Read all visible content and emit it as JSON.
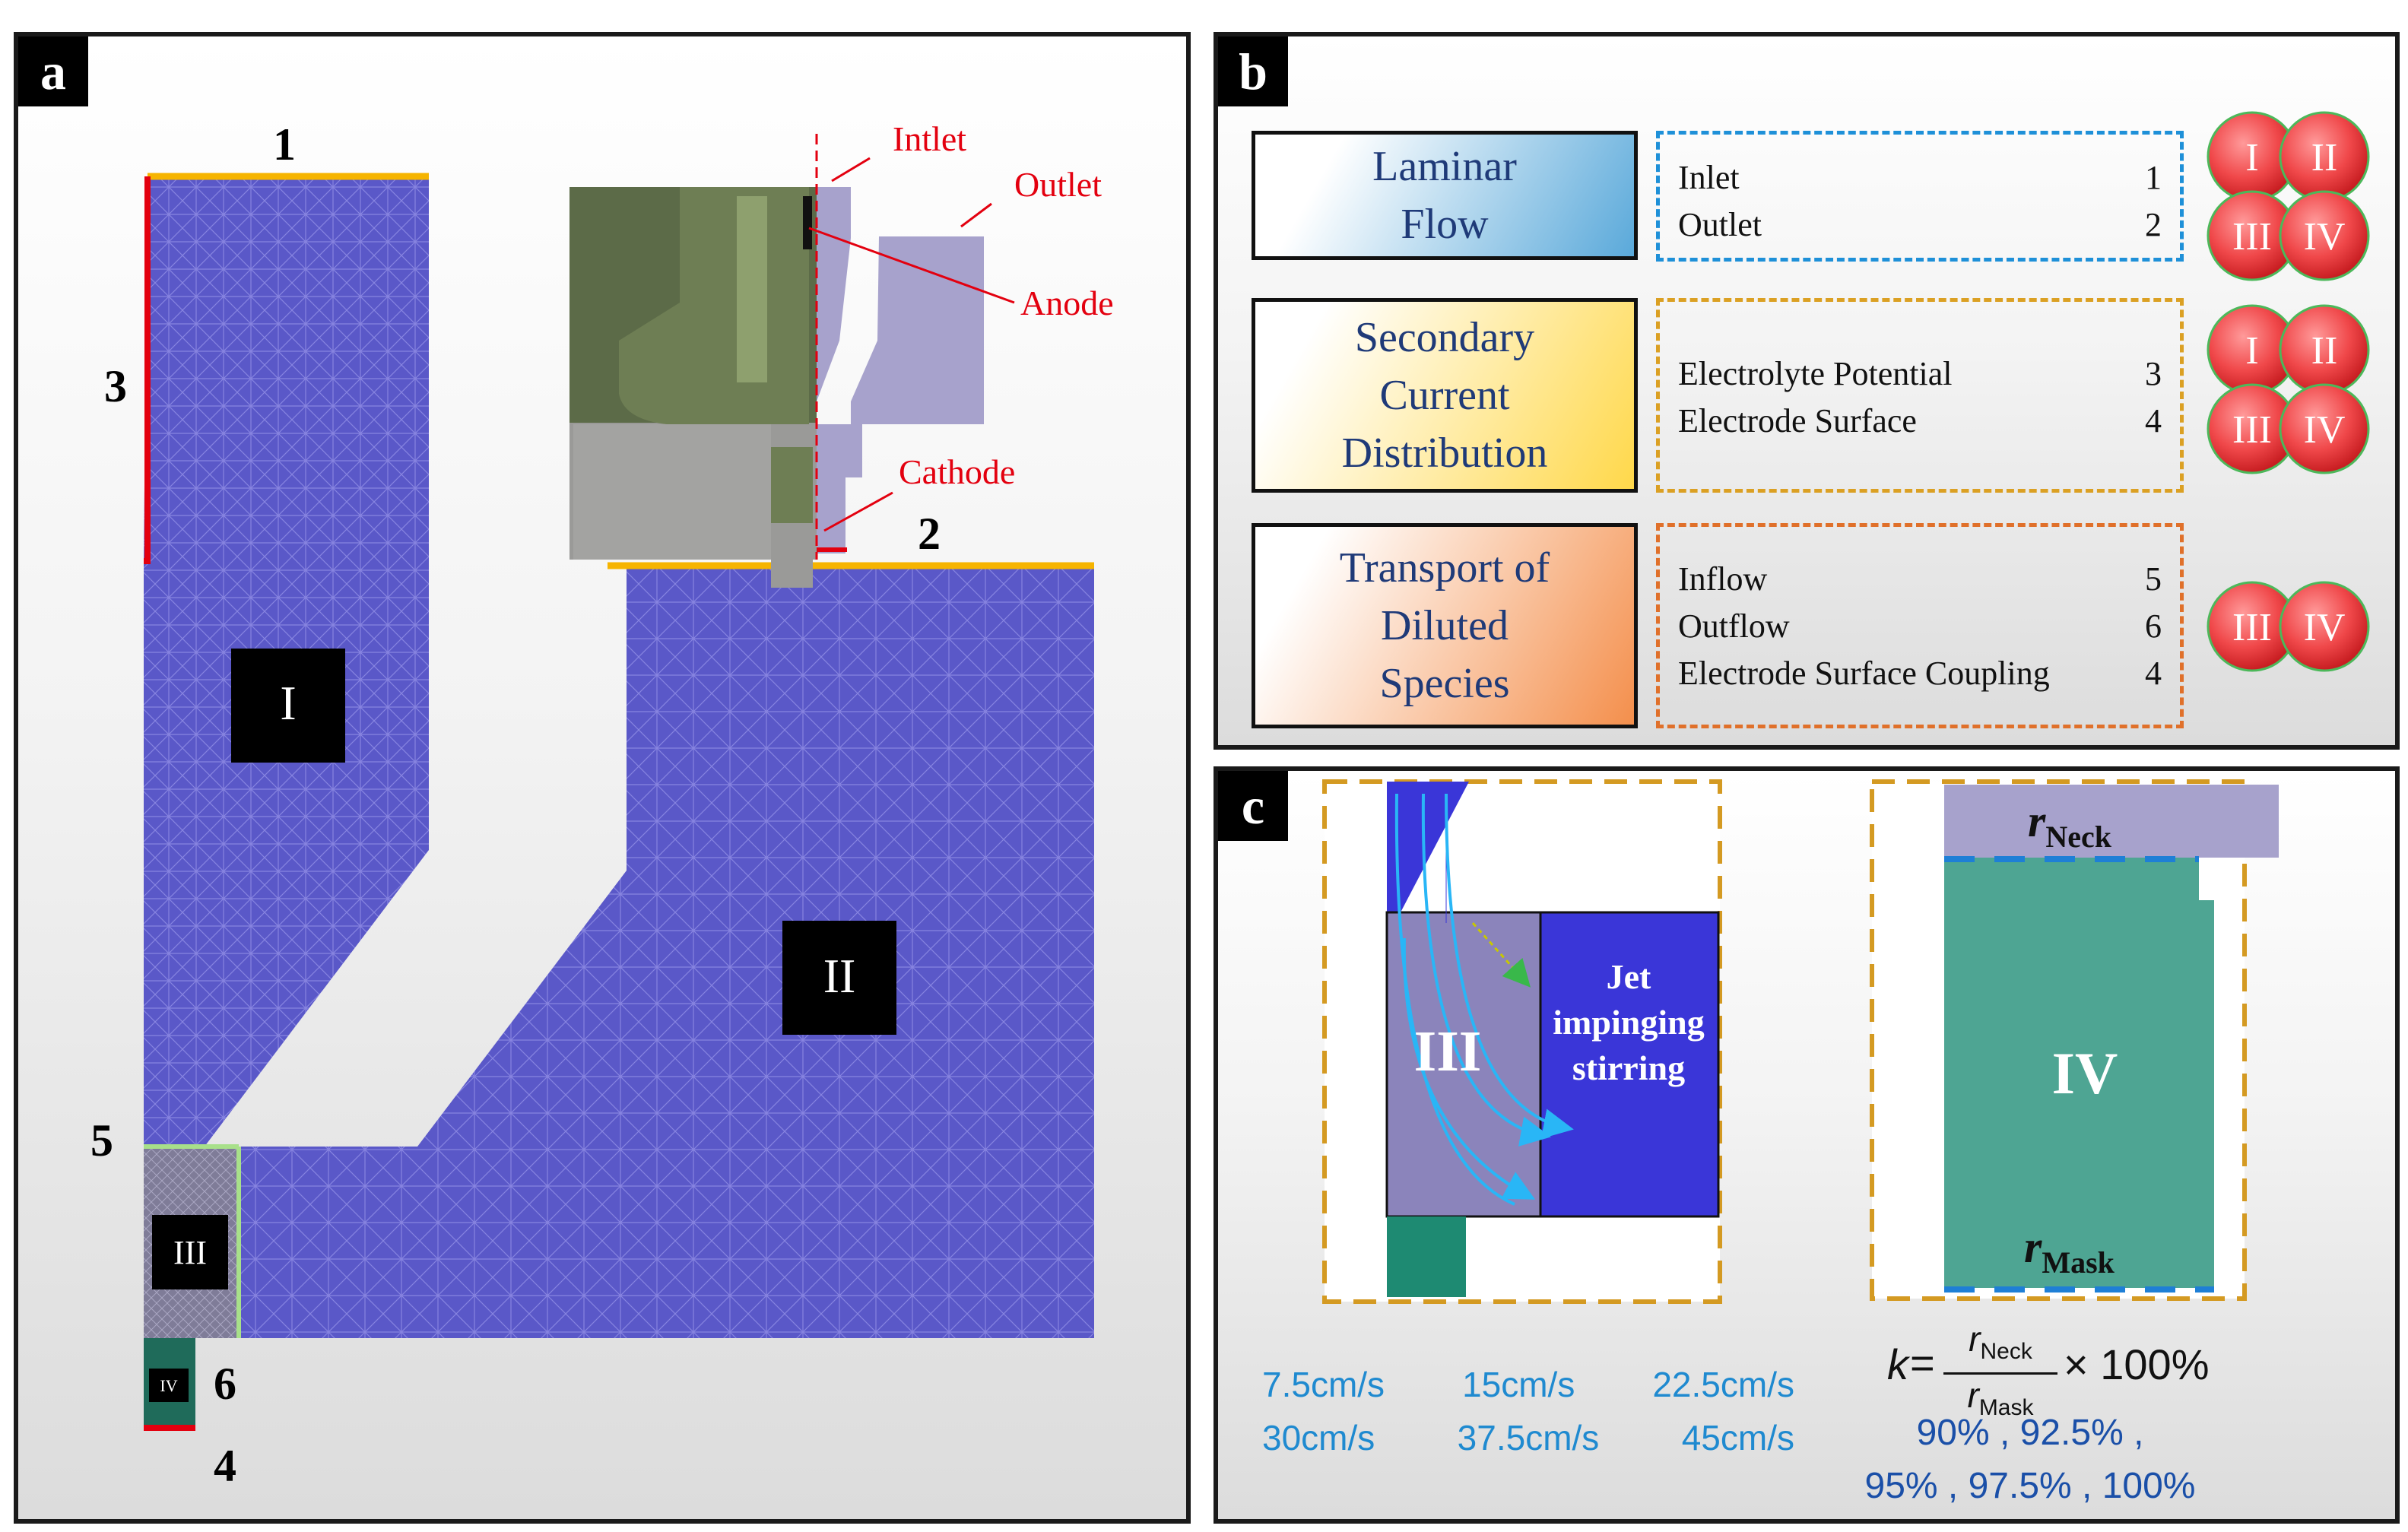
{
  "panels": {
    "a": {
      "label": "a",
      "regions": {
        "r1": "I",
        "r2": "II",
        "r3": "III",
        "r4": "IV"
      },
      "boundaries": {
        "b1": "1",
        "b2": "2",
        "b3": "3",
        "b4": "4",
        "b5": "5",
        "b6": "6"
      },
      "inset": {
        "intlet": "Intlet",
        "outlet": "Outlet",
        "anode": "Anode",
        "cathode": "Cathode"
      }
    },
    "b": {
      "label": "b",
      "physics": [
        {
          "name": "Laminar\nFlow",
          "items": [
            {
              "name": "Inlet",
              "num": "1"
            },
            {
              "name": "Outlet",
              "num": "2"
            }
          ],
          "domains": [
            "I",
            "II",
            "III",
            "IV"
          ]
        },
        {
          "name": "Secondary\nCurrent\nDistribution",
          "items": [
            {
              "name": "Electrolyte Potential",
              "num": "3"
            },
            {
              "name": "Electrode Surface",
              "num": "4"
            }
          ],
          "domains": [
            "I",
            "II",
            "III",
            "IV"
          ]
        },
        {
          "name": "Transport of\nDiluted\nSpecies",
          "items": [
            {
              "name": "Inflow",
              "num": "5"
            },
            {
              "name": "Outflow",
              "num": "6"
            },
            {
              "name": "Electrode Surface Coupling",
              "num": "4"
            }
          ],
          "domains": [
            "III",
            "IV"
          ]
        }
      ]
    },
    "c": {
      "label": "c",
      "left": {
        "region": "III",
        "jet_line1": "Jet",
        "jet_line2": "impinging",
        "jet_line3": "stirring"
      },
      "right": {
        "region": "IV",
        "r_neck_base": "r",
        "r_neck_sub": "Neck",
        "r_mask_base": "r",
        "r_mask_sub": "Mask"
      },
      "speeds": [
        [
          "7.5cm/s",
          "15cm/s",
          "22.5cm/s"
        ],
        [
          "30cm/s",
          "37.5cm/s",
          "45cm/s"
        ]
      ],
      "formula": {
        "k": "k",
        "eq": "=",
        "num": "r",
        "num_sub": "Neck",
        "den": "r",
        "den_sub": "Mask",
        "tail": "× 100%"
      },
      "percentages": [
        "90% , 92.5% ,",
        "95% , 97.5% , 100%"
      ]
    }
  },
  "colors": {
    "mesh": "#5a58c8",
    "boundary_orange": "#f6b400",
    "boundary_red": "#e3000f",
    "boundary_green": "#a8e08a",
    "region_iv": "#1f6b5a",
    "arrow_red": "#e3000f",
    "jet_region": "#3a36d8",
    "teal": "#4ea593",
    "lavender": "#a7a2cc"
  }
}
